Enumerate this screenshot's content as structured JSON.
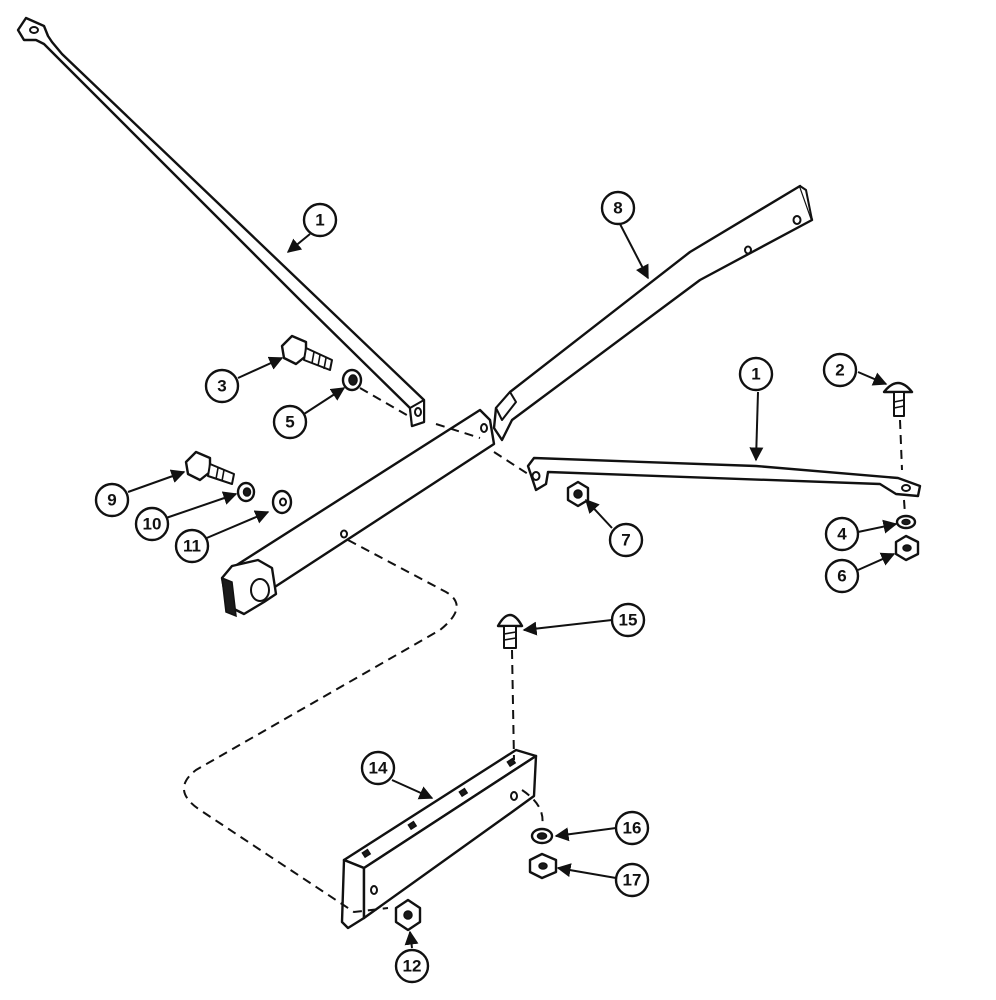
{
  "callouts": [
    {
      "id": "c1a",
      "label": "1"
    },
    {
      "id": "c1b",
      "label": "1"
    },
    {
      "id": "c2",
      "label": "2"
    },
    {
      "id": "c3",
      "label": "3"
    },
    {
      "id": "c4",
      "label": "4"
    },
    {
      "id": "c5",
      "label": "5"
    },
    {
      "id": "c6",
      "label": "6"
    },
    {
      "id": "c7",
      "label": "7"
    },
    {
      "id": "c8",
      "label": "8"
    },
    {
      "id": "c9",
      "label": "9"
    },
    {
      "id": "c10",
      "label": "10"
    },
    {
      "id": "c11",
      "label": "11"
    },
    {
      "id": "c12",
      "label": "12"
    },
    {
      "id": "c14",
      "label": "14"
    },
    {
      "id": "c15",
      "label": "15"
    },
    {
      "id": "c16",
      "label": "16"
    },
    {
      "id": "c17",
      "label": "17"
    }
  ]
}
